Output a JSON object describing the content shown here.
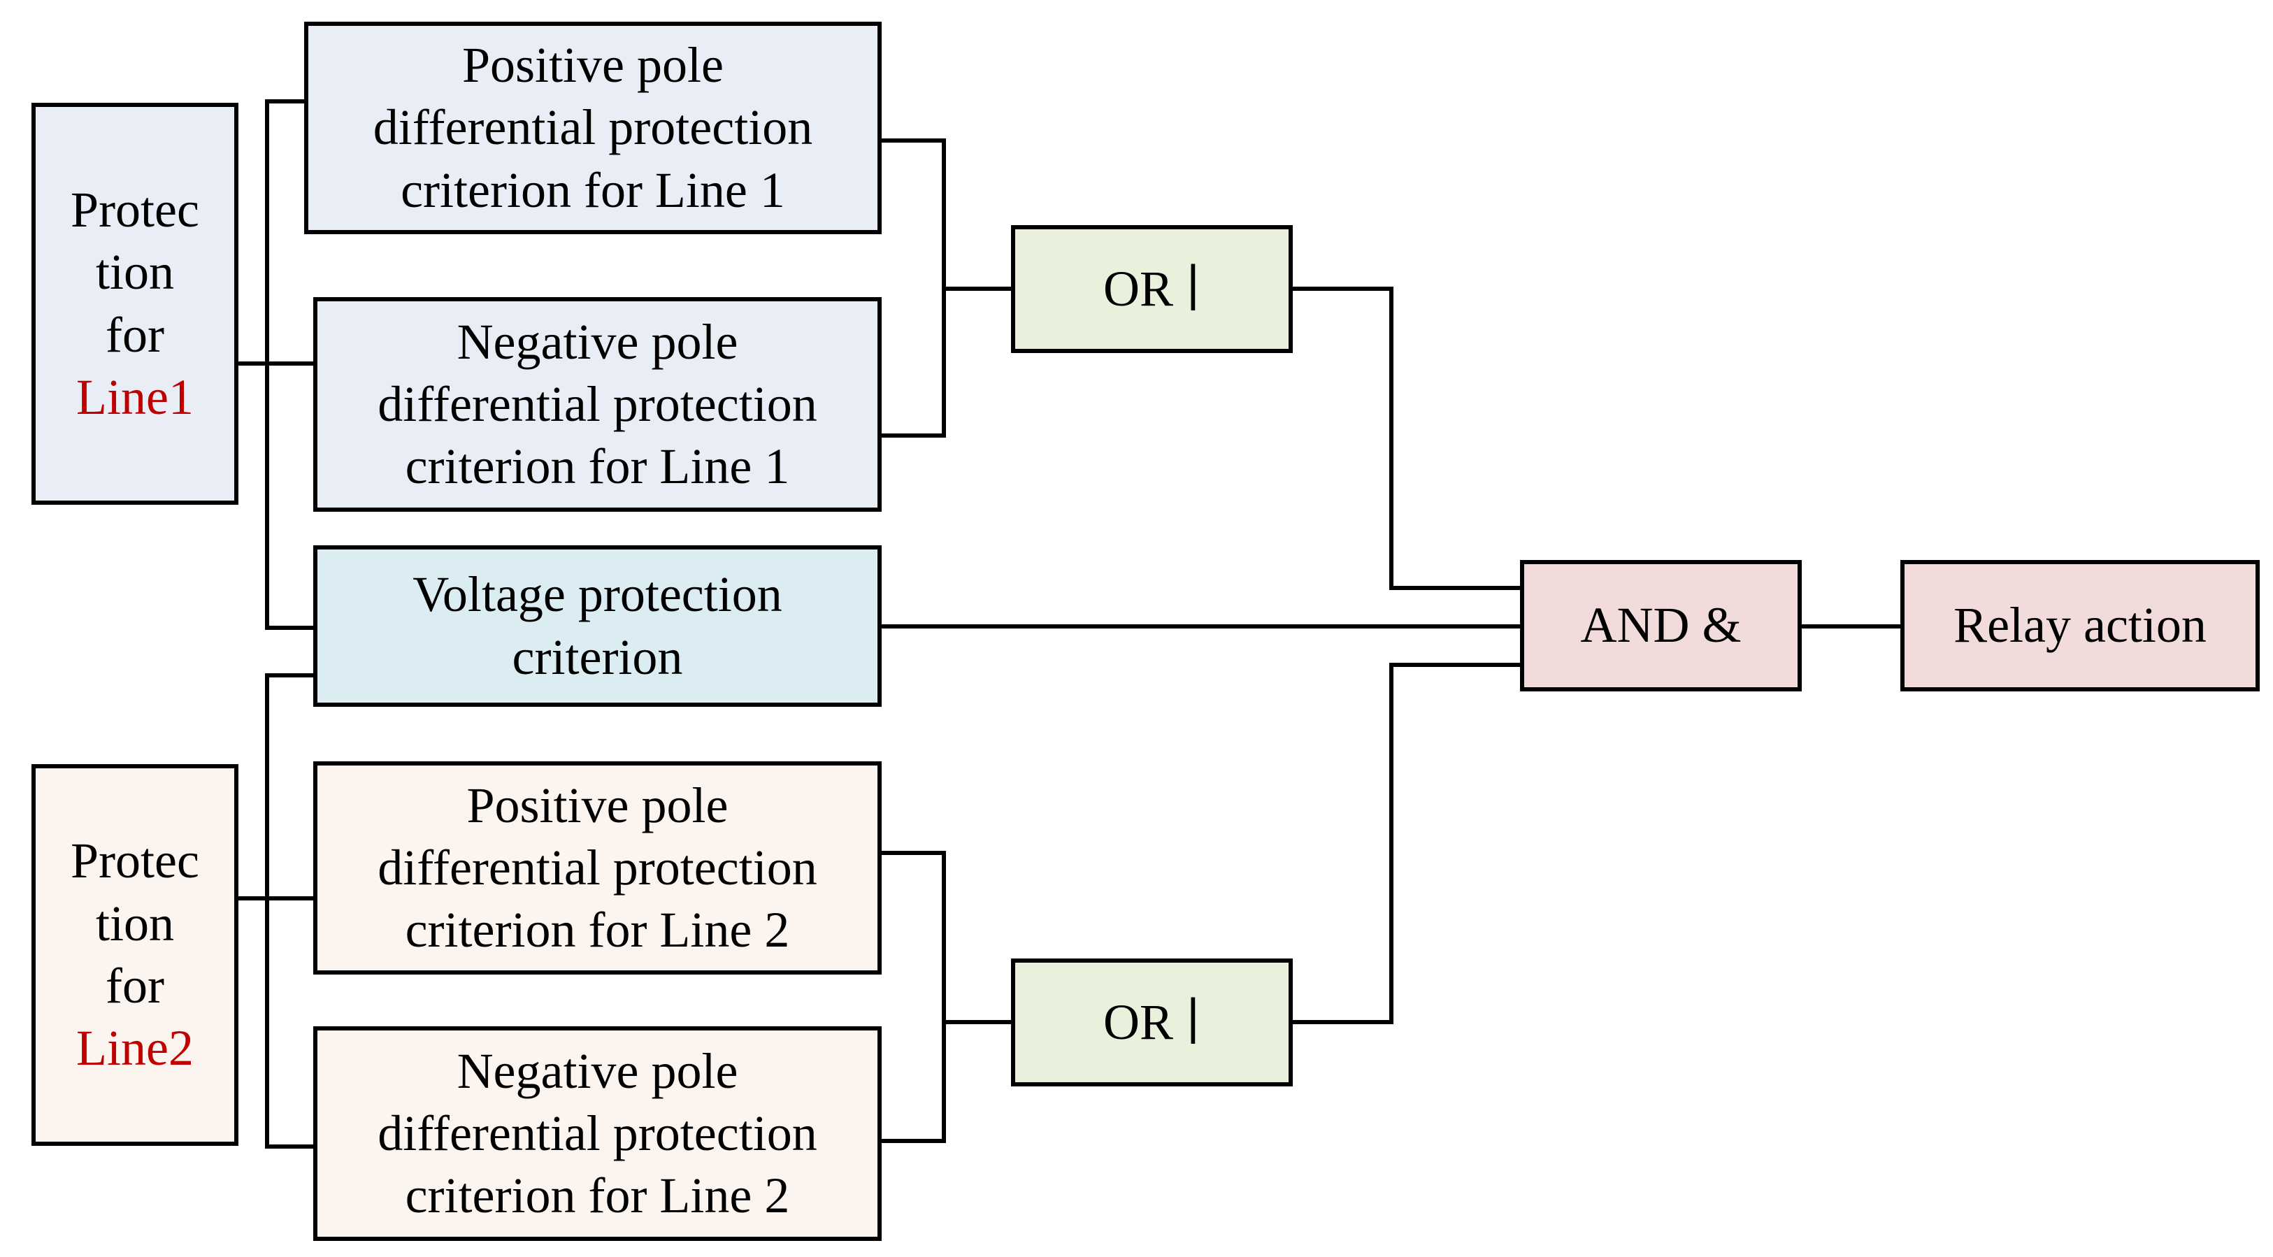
{
  "colors": {
    "line1_fill": "#e9edf5",
    "voltage_fill": "#dbedf3",
    "line2_fill": "#fcf4ee",
    "or_fill": "#e9f0dc",
    "and_fill": "#f2dcdb",
    "relay_fill": "#f2dcdb",
    "stroke": "#000000",
    "line_name_color": "#c00000"
  },
  "line1_group": {
    "label_lines": [
      "Protec",
      "tion",
      "for"
    ],
    "line_name": "Line1"
  },
  "line2_group": {
    "label_lines": [
      "Protec",
      "tion",
      "for"
    ],
    "line_name": "Line2"
  },
  "criteria": {
    "pos_line1": [
      "Positive pole",
      "differential protection",
      "criterion for Line 1"
    ],
    "neg_line1": [
      "Negative pole",
      "differential protection",
      "criterion for Line 1"
    ],
    "voltage": [
      "Voltage protection",
      "criterion"
    ],
    "pos_line2": [
      "Positive pole",
      "differential protection",
      "criterion for Line 2"
    ],
    "neg_line2": [
      "Negative pole",
      "differential protection",
      "criterion for Line 2"
    ]
  },
  "gates": {
    "or_top": "OR ∣",
    "or_bottom": "OR ∣",
    "and": "AND &"
  },
  "output": {
    "relay_action": "Relay action"
  }
}
